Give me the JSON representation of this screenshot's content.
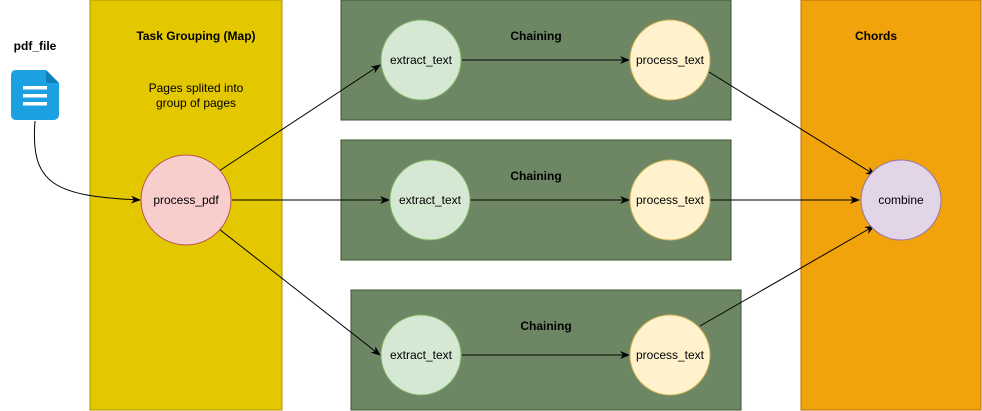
{
  "source": {
    "label": "pdf_file",
    "icon": "document-icon",
    "icon_color": "#1ba1e2"
  },
  "panels": {
    "task_grouping": {
      "title": "Task Grouping (Map)",
      "description_line1": "Pages splited into",
      "description_line2": "group of pages",
      "color": "#e3c800"
    },
    "chain_top": {
      "title": "Chaining",
      "color": "#6d8764"
    },
    "chain_middle": {
      "title": "Chaining",
      "color": "#6d8764"
    },
    "chain_bottom": {
      "title": "Chaining",
      "color": "#6d8764"
    },
    "chords": {
      "title": "Chords",
      "color": "#f0a30a"
    }
  },
  "nodes": {
    "process_pdf": {
      "label": "process_pdf",
      "fill": "#f8cecc",
      "stroke": "#b85450"
    },
    "extract_top": {
      "label": "extract_text",
      "fill": "#d5e8d4",
      "stroke": "#82b366"
    },
    "process_top": {
      "label": "process_text",
      "fill": "#fff2cc",
      "stroke": "#d6b656"
    },
    "extract_middle": {
      "label": "extract_text",
      "fill": "#d5e8d4",
      "stroke": "#82b366"
    },
    "process_middle": {
      "label": "process_text",
      "fill": "#fff2cc",
      "stroke": "#d6b656"
    },
    "extract_bottom": {
      "label": "extract_text",
      "fill": "#d5e8d4",
      "stroke": "#82b366"
    },
    "process_bottom": {
      "label": "process_text",
      "fill": "#fff2cc",
      "stroke": "#d6b656"
    },
    "combine": {
      "label": "combine",
      "fill": "#e1d5e7",
      "stroke": "#9673a6"
    }
  },
  "edges": [
    {
      "from": "pdf_file",
      "to": "process_pdf"
    },
    {
      "from": "process_pdf",
      "to": "extract_top"
    },
    {
      "from": "process_pdf",
      "to": "extract_middle"
    },
    {
      "from": "process_pdf",
      "to": "extract_bottom"
    },
    {
      "from": "extract_top",
      "to": "process_top"
    },
    {
      "from": "extract_middle",
      "to": "process_middle"
    },
    {
      "from": "extract_bottom",
      "to": "process_bottom"
    },
    {
      "from": "process_top",
      "to": "combine"
    },
    {
      "from": "process_middle",
      "to": "combine"
    },
    {
      "from": "process_bottom",
      "to": "combine"
    }
  ]
}
